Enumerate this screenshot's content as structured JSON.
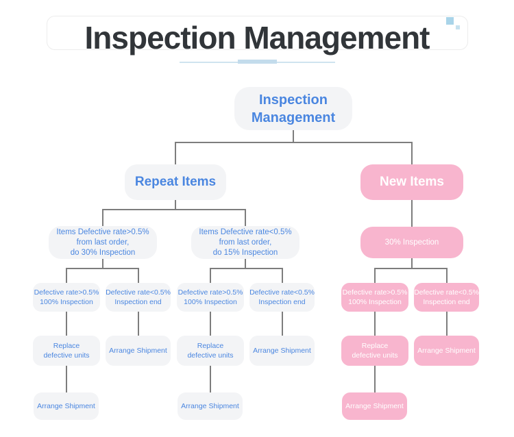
{
  "header": {
    "title": "Inspection Management"
  },
  "colors": {
    "blue_text": "#4a86e0",
    "pink_node": "#f8b5ce",
    "gray_node": "#f3f4f6",
    "connector_line": "#7d7d7d",
    "title_text": "#313539",
    "underline": "#c3dcec"
  },
  "nodes": {
    "root": {
      "lines": [
        "Inspection",
        "Management"
      ]
    },
    "repeat_items": {
      "lines": [
        "Repeat Items"
      ]
    },
    "new_items": {
      "lines": [
        "New Items"
      ]
    },
    "repeat_high": {
      "lines": [
        "Items Defective rate>0.5%",
        "from last order,",
        "do 30% Inspection"
      ]
    },
    "repeat_low": {
      "lines": [
        "Items Defective rate<0.5%",
        "from last order,",
        "do 15% Inspection"
      ]
    },
    "new_inspection": {
      "lines": [
        "30% Inspection"
      ]
    },
    "rh_high": {
      "lines": [
        "Defective rate>0.5%",
        "100% Inspection"
      ]
    },
    "rh_low": {
      "lines": [
        "Defective rate<0.5%",
        "Inspection end"
      ]
    },
    "rl_high": {
      "lines": [
        "Defective rate>0.5%",
        "100% Inspection"
      ]
    },
    "rl_low": {
      "lines": [
        "Defective rate<0.5%",
        "Inspection end"
      ]
    },
    "n_high": {
      "lines": [
        "Defective rate>0.5%",
        "100% Inspection"
      ]
    },
    "n_low": {
      "lines": [
        "Defective rate<0.5%",
        "Inspection end"
      ]
    },
    "rh_replace": {
      "lines": [
        "Replace",
        "defective units"
      ]
    },
    "rh_ship_end": {
      "lines": [
        "Arrange Shipment"
      ]
    },
    "rl_replace": {
      "lines": [
        "Replace",
        "defective units"
      ]
    },
    "rl_ship_end": {
      "lines": [
        "Arrange Shipment"
      ]
    },
    "n_replace": {
      "lines": [
        "Replace",
        "defective units"
      ]
    },
    "n_ship_end": {
      "lines": [
        "Arrange Shipment"
      ]
    },
    "rh_ship": {
      "lines": [
        "Arrange Shipment"
      ]
    },
    "rl_ship": {
      "lines": [
        "Arrange Shipment"
      ]
    },
    "n_ship": {
      "lines": [
        "Arrange Shipment"
      ]
    }
  }
}
